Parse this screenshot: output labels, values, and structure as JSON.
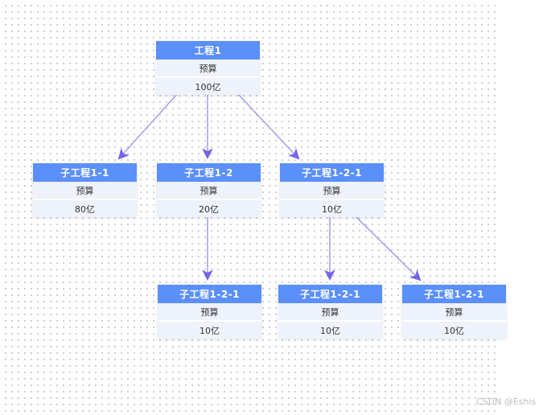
{
  "diagram": {
    "type": "tree",
    "colors": {
      "node_header_bg": "#5B8FF9",
      "node_header_text": "#FFFFFF",
      "node_row_bg": "#EEF2FA",
      "node_row_text": "#333333",
      "edge_line": "#A8A2F0",
      "edge_arrow": "#7364E8",
      "dot_grid": "#CBCBCB"
    },
    "nodes": [
      {
        "id": "root",
        "title": "工程1",
        "field": "预算",
        "value": "100亿"
      },
      {
        "id": "child-1-1",
        "title": "子工程1-1",
        "field": "预算",
        "value": "80亿"
      },
      {
        "id": "child-1-2",
        "title": "子工程1-2",
        "field": "预算",
        "value": "20亿"
      },
      {
        "id": "child-1-2-1",
        "title": "子工程1-2-1",
        "field": "预算",
        "value": "10亿"
      },
      {
        "id": "leaf-1",
        "title": "子工程1-2-1",
        "field": "预算",
        "value": "10亿"
      },
      {
        "id": "leaf-2",
        "title": "子工程1-2-1",
        "field": "预算",
        "value": "10亿"
      },
      {
        "id": "leaf-3",
        "title": "子工程1-2-1",
        "field": "预算",
        "value": "10亿"
      }
    ],
    "edges": [
      {
        "from": "root",
        "to": "child-1-1"
      },
      {
        "from": "root",
        "to": "child-1-2"
      },
      {
        "from": "root",
        "to": "child-1-2-1"
      },
      {
        "from": "child-1-2",
        "to": "leaf-1"
      },
      {
        "from": "child-1-2-1",
        "to": "leaf-2"
      },
      {
        "from": "child-1-2-1",
        "to": "leaf-3"
      }
    ]
  },
  "watermark": "CSDN @Eshis"
}
